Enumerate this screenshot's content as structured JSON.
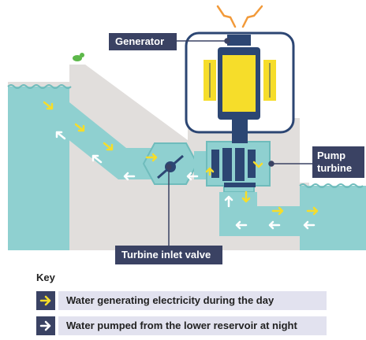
{
  "labels": {
    "generator": "Generator",
    "pump_turbine": "Pump turbine",
    "turbine_inlet_valve": "Turbine inlet valve"
  },
  "key": {
    "title": "Key",
    "items": [
      {
        "label": "Water generating electricity during the day",
        "arrow_color": "#f6dd2a"
      },
      {
        "label": "Water pumped from the lower reservoir at night",
        "arrow_color": "#ffffff"
      }
    ]
  },
  "colors": {
    "water": "#8fd0d0",
    "water_dark": "#6fbcbc",
    "rock": "#e1dedc",
    "generator_yellow": "#f6dd2a",
    "machine_navy": "#2c4673",
    "label_bg": "#3a4263",
    "spark_orange": "#f29a3a",
    "bird_green": "#5db84a"
  }
}
